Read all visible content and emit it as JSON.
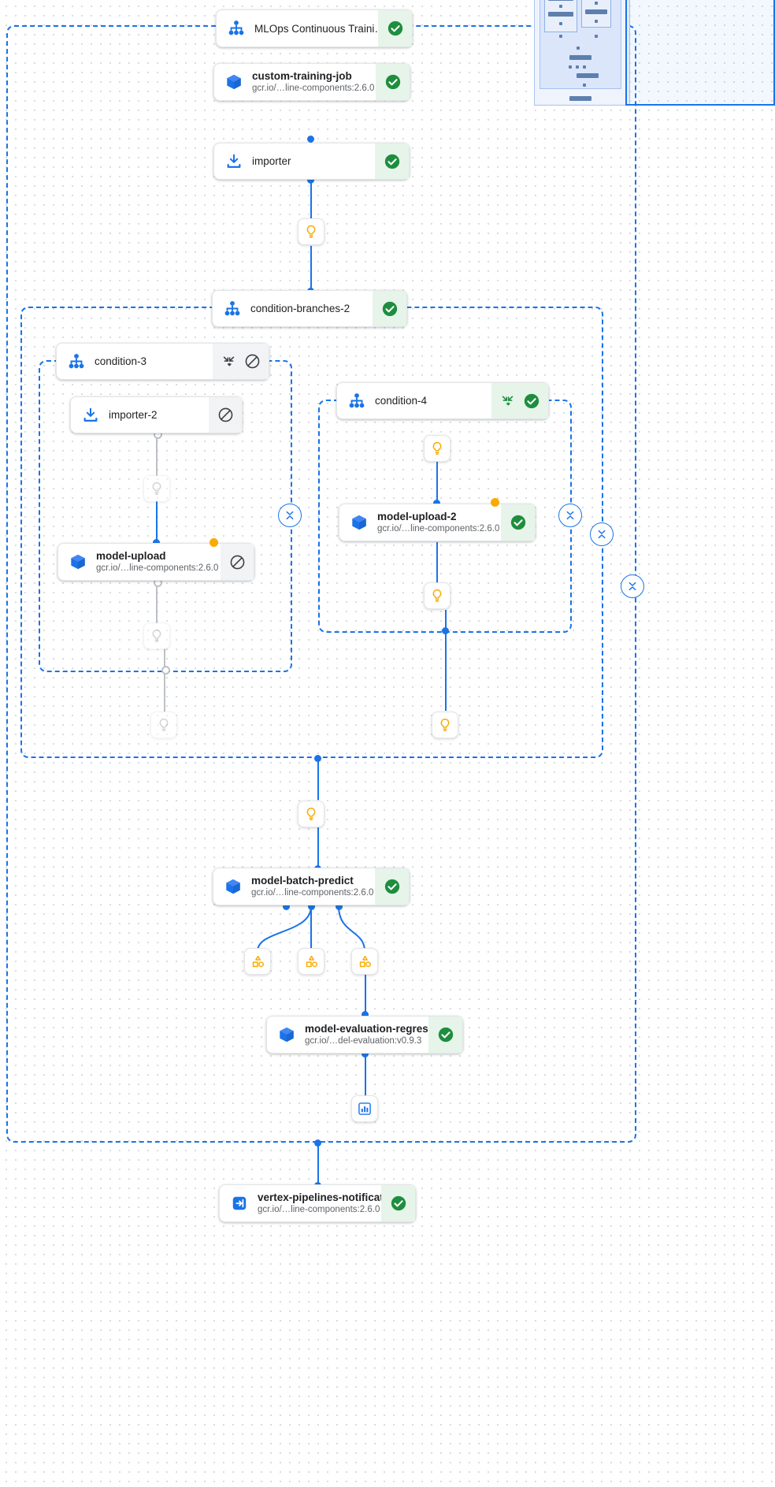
{
  "view": {
    "app": "vertex-ai-pipeline-dag",
    "background": "dotted-grid",
    "accent_color": "#1a73e8",
    "success_color": "#1e8e3e",
    "warning_color": "#f9ab00",
    "skipped_color": "#5f6368"
  },
  "nodes": {
    "pipeline_root": {
      "title": "MLOps Continuous Traini…",
      "icon": "pipeline-graph-icon",
      "status": "succeeded",
      "status_icon": "check-circle-icon"
    },
    "custom_training_job": {
      "title": "custom-training-job",
      "subtitle": "gcr.io/…line-components:2.6.0",
      "icon": "container-cube-icon",
      "status": "succeeded",
      "status_icon": "check-circle-icon"
    },
    "importer": {
      "title": "importer",
      "subtitle": "",
      "icon": "import-download-icon",
      "status": "succeeded",
      "status_icon": "check-circle-icon"
    },
    "condition_branches_2": {
      "title": "condition-branches-2",
      "icon": "pipeline-graph-icon",
      "status": "succeeded",
      "status_icon": "check-circle-icon"
    },
    "condition_3": {
      "title": "condition-3",
      "icon": "pipeline-graph-icon",
      "status": "skipped",
      "status_icon": "skip-circle-icon",
      "extra_icon": "branch-merge-icon"
    },
    "importer_2": {
      "title": "importer-2",
      "subtitle": "",
      "icon": "import-download-icon",
      "status": "skipped",
      "status_icon": "skip-circle-icon"
    },
    "model_upload": {
      "title": "model-upload",
      "subtitle": "gcr.io/…line-components:2.6.0",
      "icon": "container-cube-icon",
      "status": "skipped",
      "status_icon": "skip-circle-icon"
    },
    "condition_4": {
      "title": "condition-4",
      "icon": "pipeline-graph-icon",
      "status": "succeeded",
      "status_icon": "check-circle-icon",
      "extra_icon": "branch-merge-icon"
    },
    "model_upload_2": {
      "title": "model-upload-2",
      "subtitle": "gcr.io/…line-components:2.6.0",
      "icon": "container-cube-icon",
      "status": "succeeded",
      "status_icon": "check-circle-icon"
    },
    "model_batch_predict": {
      "title": "model-batch-predict",
      "subtitle": "gcr.io/…line-components:2.6.0",
      "icon": "container-cube-icon",
      "status": "succeeded",
      "status_icon": "check-circle-icon"
    },
    "model_evaluation_regression": {
      "title": "model-evaluation-regres…",
      "subtitle": "gcr.io/…del-evaluation:v0.9.3",
      "icon": "container-cube-icon",
      "status": "succeeded",
      "status_icon": "check-circle-icon"
    },
    "vertex_pipelines_notification": {
      "title": "vertex-pipelines-notificat…",
      "subtitle": "gcr.io/…line-components:2.6.0",
      "icon": "exit-arrow-icon",
      "status": "succeeded",
      "status_icon": "check-circle-icon"
    }
  },
  "chips": [
    {
      "id": "param-1",
      "icon": "parameter-bulb-icon",
      "state": "active"
    },
    {
      "id": "param-2",
      "icon": "parameter-bulb-icon",
      "state": "dim"
    },
    {
      "id": "param-3",
      "icon": "parameter-bulb-icon",
      "state": "dim"
    },
    {
      "id": "param-4",
      "icon": "parameter-bulb-icon",
      "state": "dim"
    },
    {
      "id": "param-5",
      "icon": "parameter-bulb-icon",
      "state": "active"
    },
    {
      "id": "param-6",
      "icon": "parameter-bulb-icon",
      "state": "active"
    },
    {
      "id": "param-7",
      "icon": "parameter-bulb-icon",
      "state": "active"
    },
    {
      "id": "param-8",
      "icon": "parameter-bulb-icon",
      "state": "active"
    },
    {
      "id": "artifact-1",
      "icon": "artifact-shapes-icon",
      "state": "active"
    },
    {
      "id": "artifact-2",
      "icon": "artifact-shapes-icon",
      "state": "active"
    },
    {
      "id": "artifact-3",
      "icon": "artifact-shapes-icon",
      "state": "active"
    },
    {
      "id": "metrics-1",
      "icon": "metrics-chart-icon",
      "state": "active"
    }
  ],
  "toggles": [
    {
      "id": "collapse-toggle-condition-3",
      "icon": "expand-collapse-icon"
    },
    {
      "id": "collapse-toggle-condition-4",
      "icon": "expand-collapse-icon"
    },
    {
      "id": "collapse-toggle-branches",
      "icon": "expand-collapse-icon"
    },
    {
      "id": "collapse-toggle-root",
      "icon": "expand-collapse-icon"
    }
  ],
  "minimap": {
    "name": "graph-minimap",
    "viewport_label": ""
  }
}
